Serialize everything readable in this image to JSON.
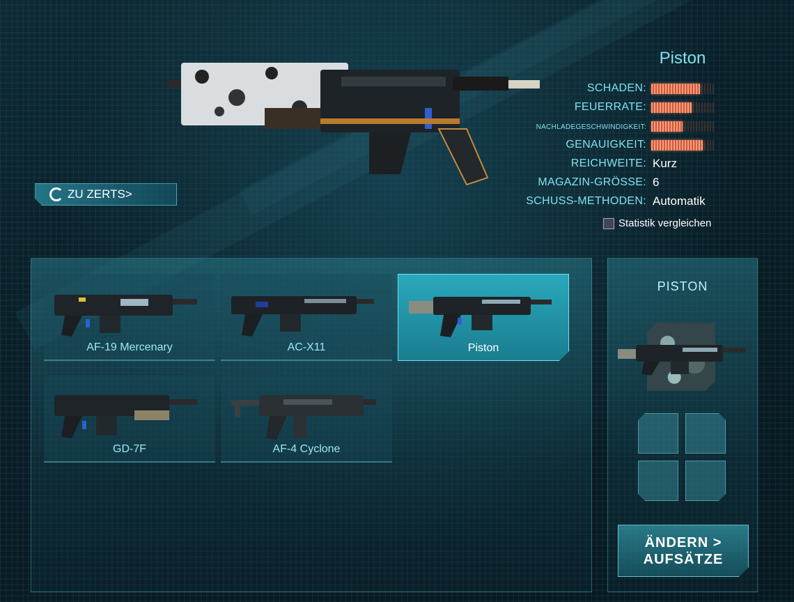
{
  "weapon": {
    "name": "Piston",
    "stats": [
      {
        "label": "SCHADEN:",
        "type": "bar",
        "level": 0.78
      },
      {
        "label": "FEUERRATE:",
        "type": "bar",
        "level": 0.64
      },
      {
        "label": "NACHLADEGESCHWINDIGKEIT:",
        "type": "bar",
        "level": 0.5
      },
      {
        "label": "GENAUIGKEIT:",
        "type": "bar",
        "level": 0.82
      },
      {
        "label": "REICHWEITE:",
        "type": "text",
        "value": "Kurz"
      },
      {
        "label": "MAGAZIN-GRÖSSE:",
        "type": "text",
        "value": "6"
      },
      {
        "label": "SCHUSS-METHODEN:",
        "type": "text",
        "value": "Automatik"
      }
    ],
    "compare_label": "Statistik vergleichen"
  },
  "certs_button": {
    "label": "ZU ZERTS>",
    "icon": "certs-icon"
  },
  "weapons": [
    {
      "name": "AF-19 Mercenary",
      "selected": false
    },
    {
      "name": "AC-X11",
      "selected": false
    },
    {
      "name": "Piston",
      "selected": true
    },
    {
      "name": "GD-7F",
      "selected": false
    },
    {
      "name": "AF-4 Cyclone",
      "selected": false
    }
  ],
  "detail": {
    "title": "PISTON",
    "change_button": "ÄNDERN >\nAUFSÄTZE"
  },
  "colors": {
    "accent": "#7fe3ee",
    "selected_card": "#2aa8bb",
    "stat_bar": "#ff9a7a"
  }
}
